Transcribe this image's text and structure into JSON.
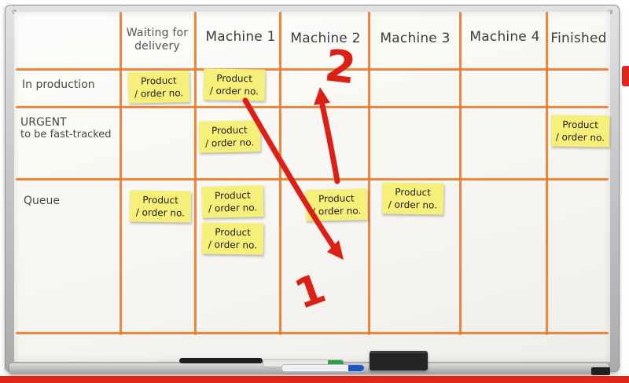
{
  "board": {
    "columns": [
      "Waiting for delivery",
      "Machine 1",
      "Machine 2",
      "Machine 3",
      "Machine 4",
      "Finished"
    ],
    "row_labels": {
      "in_production": "In production",
      "urgent_line1": "URGENT",
      "urgent_line2": "to be fast-tracked",
      "queue": "Queue"
    },
    "sticky_note": {
      "line1": "Product",
      "line2": "/ order no."
    },
    "sticky_placements": [
      {
        "row": "in-production",
        "column": "waiting-for-delivery"
      },
      {
        "row": "in-production",
        "column": "machine-1"
      },
      {
        "row": "urgent",
        "column": "machine-1"
      },
      {
        "row": "urgent",
        "column": "finished"
      },
      {
        "row": "queue",
        "column": "waiting-for-delivery"
      },
      {
        "row": "queue",
        "column": "machine-1"
      },
      {
        "row": "queue",
        "column": "machine-1"
      },
      {
        "row": "queue",
        "column": "machine-2"
      },
      {
        "row": "queue",
        "column": "machine-3"
      }
    ]
  },
  "annotations": {
    "arrow_1_label": "1",
    "arrow_2_label": "2"
  },
  "colors": {
    "grid_line": "#ee7c2b",
    "sticky": "#f6ef79",
    "red_marker": "#e1251b"
  }
}
